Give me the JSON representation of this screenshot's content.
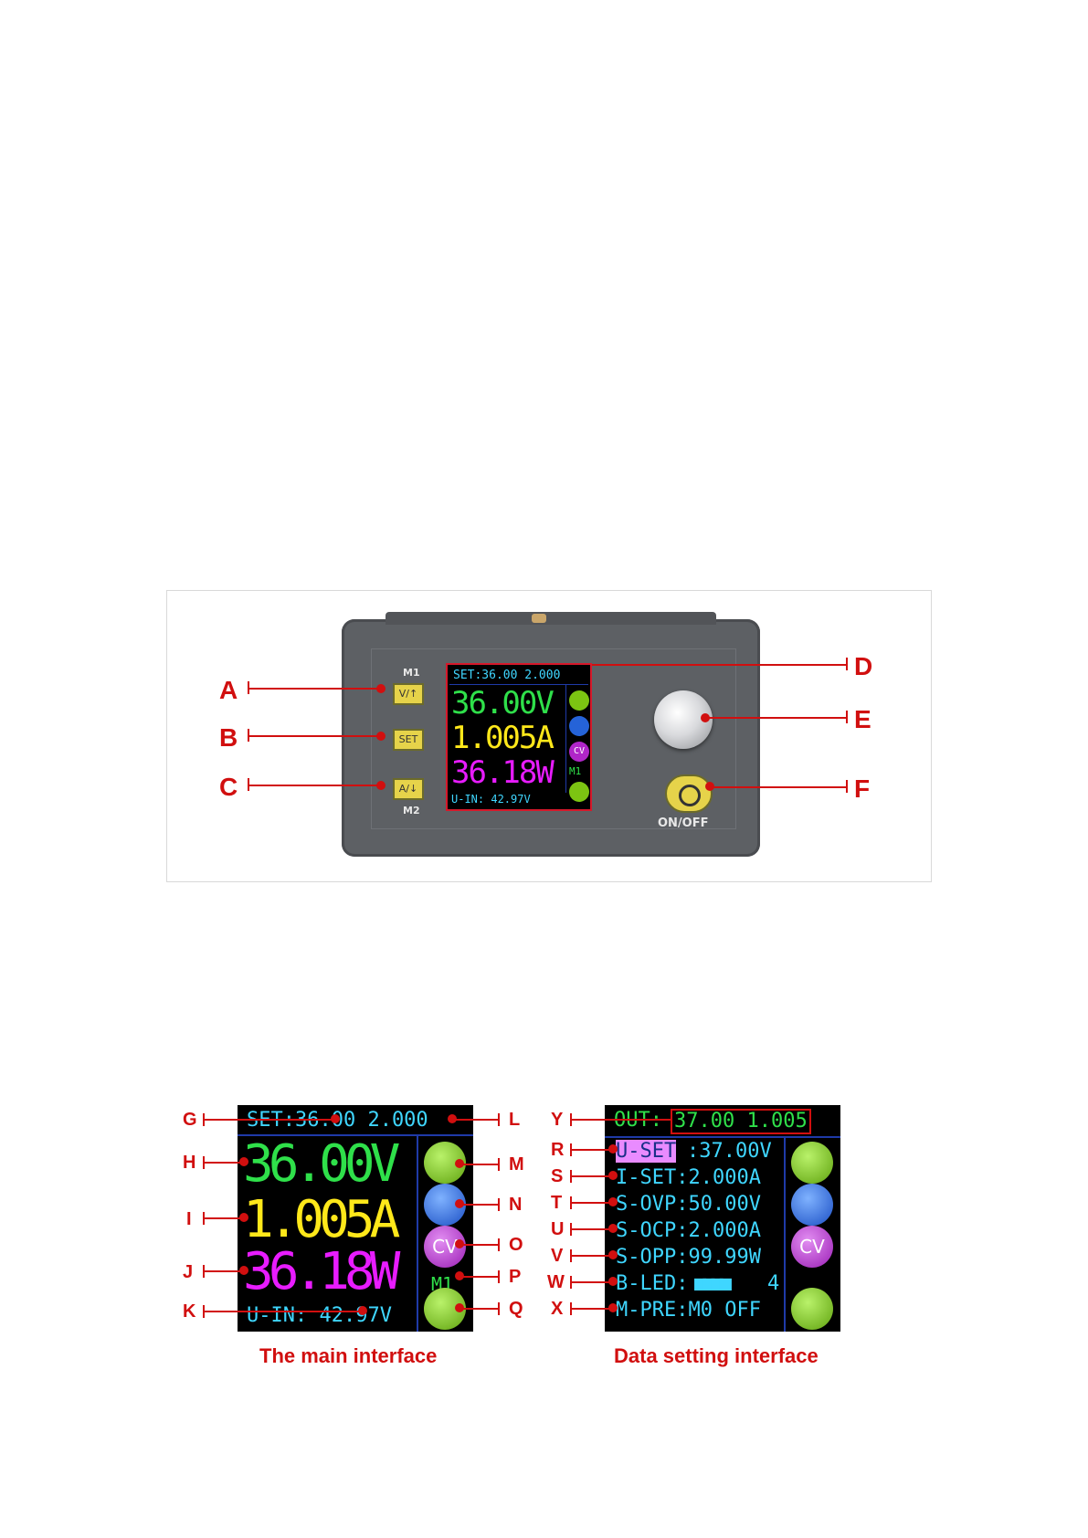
{
  "device": {
    "labels": [
      "A",
      "B",
      "C",
      "D",
      "E",
      "F"
    ],
    "m1": "M1",
    "m2": "M2",
    "key_v": "V/↑",
    "key_set": "SET",
    "key_a": "A/↓",
    "onoff": "ON/OFF",
    "screen": {
      "set_line": "SET:36.00 2.000",
      "voltage": "36.00V",
      "current": "1.005A",
      "power": "36.18W",
      "uin": "U-IN: 42.97V",
      "memory": "M1",
      "cv": "CV"
    }
  },
  "main_interface": {
    "caption": "The main interface",
    "labels_left": [
      "G",
      "H",
      "I",
      "J",
      "K"
    ],
    "labels_right": [
      "L",
      "M",
      "N",
      "O",
      "P",
      "Q"
    ],
    "set_line": "SET:36.00 2.000",
    "voltage": "36.00V",
    "current": "1.005A",
    "power": "36.18W",
    "uin": "U-IN: 42.97V",
    "memory": "M1",
    "cv": "CV"
  },
  "data_interface": {
    "caption": "Data setting interface",
    "labels": [
      "Y",
      "R",
      "S",
      "T",
      "U",
      "V",
      "W",
      "X"
    ],
    "out_label": "OUT:",
    "out_value": "37.00 1.005",
    "uset_hl": "U-SET",
    "uset_val": ":37.00V",
    "iset": "I-SET:2.000A",
    "sovp": "S-OVP:50.00V",
    "socp": "S-OCP:2.000A",
    "sopp": "S-OPP:99.99W",
    "bled_label": "B-LED:",
    "bled_blocks": "■■■■",
    "bled_value": "4",
    "mpre": "M-PRE:M0 OFF",
    "cv": "CV"
  },
  "colors": {
    "red": "#d10f0f",
    "cyan": "#3fd6ff",
    "green": "#2fe04a",
    "yellow": "#ffe81a",
    "magenta": "#e81cff"
  }
}
